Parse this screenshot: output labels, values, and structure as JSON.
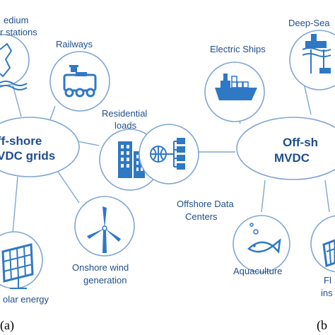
{
  "left_panel": {
    "hub_lines": [
      "ff-shore",
      "VDC grids"
    ],
    "labels": {
      "medium_top": "edium",
      "medium_bottom": "r stations",
      "railways": "Railways",
      "residential_1": "Residential",
      "residential_2": "loads",
      "wind_1": "Onshore wind",
      "wind_2": "generation",
      "solar": "olar energy"
    },
    "caption": "(a)"
  },
  "right_panel": {
    "hub_lines": [
      "Off-sh",
      "MVDC"
    ],
    "labels": {
      "deepsea": "Deep-Sea",
      "ships": "Electric Ships",
      "datacenter_1": "Offshore Data",
      "datacenter_2": "Centers",
      "aquaculture": "Aquaculture",
      "floating_1": "Fl",
      "floating_2": "ins"
    },
    "caption": "(b"
  },
  "icons": [
    "substation-icon",
    "train-icon",
    "building-icon",
    "wind-turbine-icon",
    "solar-panel-icon",
    "deep-sea-platform-icon",
    "ship-icon",
    "network-icon",
    "fish-icon",
    "floating-solar-icon"
  ],
  "colors": {
    "accent": "#2f78c4",
    "outline": "#7fa6d1",
    "text": "#1f4e8c"
  }
}
